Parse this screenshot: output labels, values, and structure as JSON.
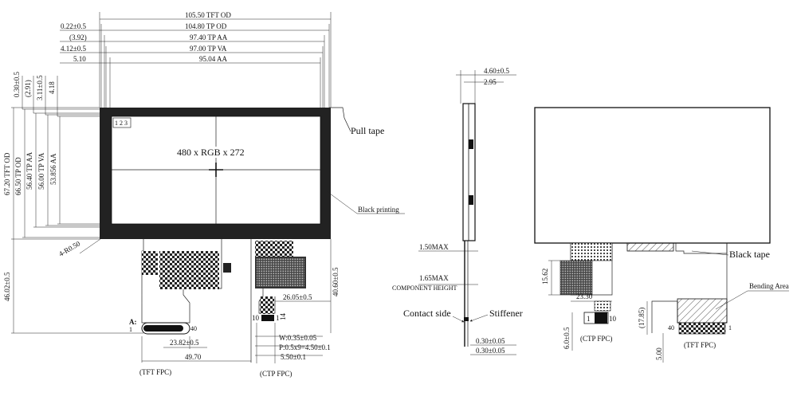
{
  "front_view": {
    "dims_top": {
      "tft_od": "105.50 TFT OD",
      "tp_od": "104.80 TP OD",
      "tp_aa": "97.40 TP AA",
      "tp_va": "97.00 TP VA",
      "aa": "95.04 AA",
      "off_022": "0.22±0.5",
      "off_392": "(3.92)",
      "off_412": "4.12±0.5",
      "off_510": "5.10"
    },
    "dims_left": {
      "tft_od": "67.20 TFT OD",
      "tp_od": "66.50 TP OD",
      "tp_aa": "56.40 TP AA",
      "tp_va": "56.00 TP VA",
      "aa": "53.856 AA",
      "v030": "0.30±0.5",
      "v291": "(2.91)",
      "v311": "3.11±0.5",
      "v418": "4.18",
      "v4602": "46.02±0.5"
    },
    "resolution": "480 x RGB x 272",
    "pin_label": "1 2 3",
    "pull_tape": "Pull tape",
    "black_printing": "Black printing",
    "corner_radius": "4-R0.50",
    "fpc": {
      "detail_marker": "A:",
      "pin_1": "1",
      "pin_40": "40",
      "pin_1b": "1",
      "pin_10": "10",
      "d2382": "23.82±0.5",
      "d4970": "49.70",
      "d2605": "26.05±0.5",
      "d4060": "40.60±0.5",
      "d14": "14",
      "w": "W:0.35±0.05",
      "p": "P:0.5x9=4.50±0.1",
      "d550": "5.50±0.1",
      "tft_fpc": "(TFT FPC)",
      "ctp_fpc": "(CTP FPC)"
    }
  },
  "side_view": {
    "d460": "4.60±0.5",
    "d295": "2.95",
    "max150": "1.50MAX",
    "max165": "1.65MAX",
    "component_height": "COMPONENT HEIGHT",
    "contact_side": "Contact side",
    "stiffener": "Stiffener",
    "d030a": "0.30±0.05",
    "d030b": "0.30±0.05"
  },
  "back_view": {
    "black_tape": "Black tape",
    "bending_area": "Bending Area",
    "d1562": "15.62",
    "d2330": "23.30",
    "d1785": "(17.85)",
    "d60": "6.0±0.5",
    "d500": "5.00",
    "pin_1": "1",
    "pin_10": "10",
    "pin_40": "40",
    "pin_1b": "1",
    "ctp_fpc": "(CTP FPC)",
    "tft_fpc": "(TFT FPC)"
  }
}
